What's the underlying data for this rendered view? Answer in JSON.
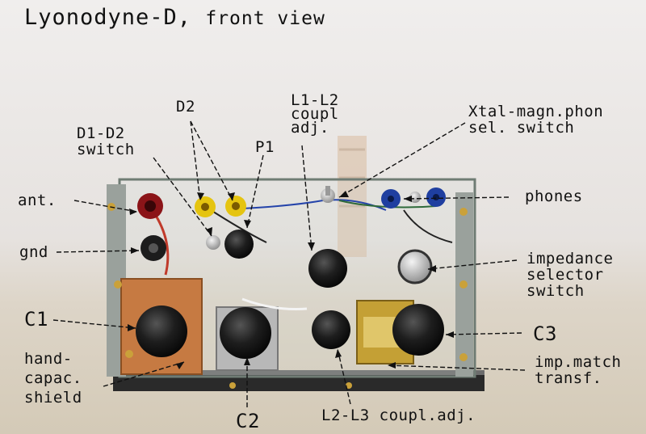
{
  "title": {
    "main": "Lyonodyne-D,",
    "sub": "front view"
  },
  "labels": {
    "d2": "D2",
    "d1_d2_switch": [
      "D1-D2",
      "switch"
    ],
    "p1": "P1",
    "l1_l2": [
      "L1-L2",
      "coupl",
      "adj."
    ],
    "xtal": [
      "Xtal-magn.phon",
      "sel. switch"
    ],
    "ant": "ant.",
    "phones": "phones",
    "gnd": "gnd",
    "impedance": [
      "impedance",
      "selector",
      "switch"
    ],
    "c1": "C1",
    "c3": "C3",
    "hand": [
      "hand-",
      "capac.",
      "shield"
    ],
    "imp_match": [
      "imp.match",
      "transf."
    ],
    "c2": "C2",
    "l2_l3": "L2-L3 coupl.adj."
  },
  "colors": {
    "background": "#ebe8e6",
    "shelf": "#d8d0c0",
    "panel_edge": "#6f7c74",
    "copper_shield": "#c67a42",
    "knob": "#1c1c1c",
    "jack_red": "#8b1418",
    "jack_yellow": "#e5c410",
    "jack_blue": "#1f3fa0"
  }
}
